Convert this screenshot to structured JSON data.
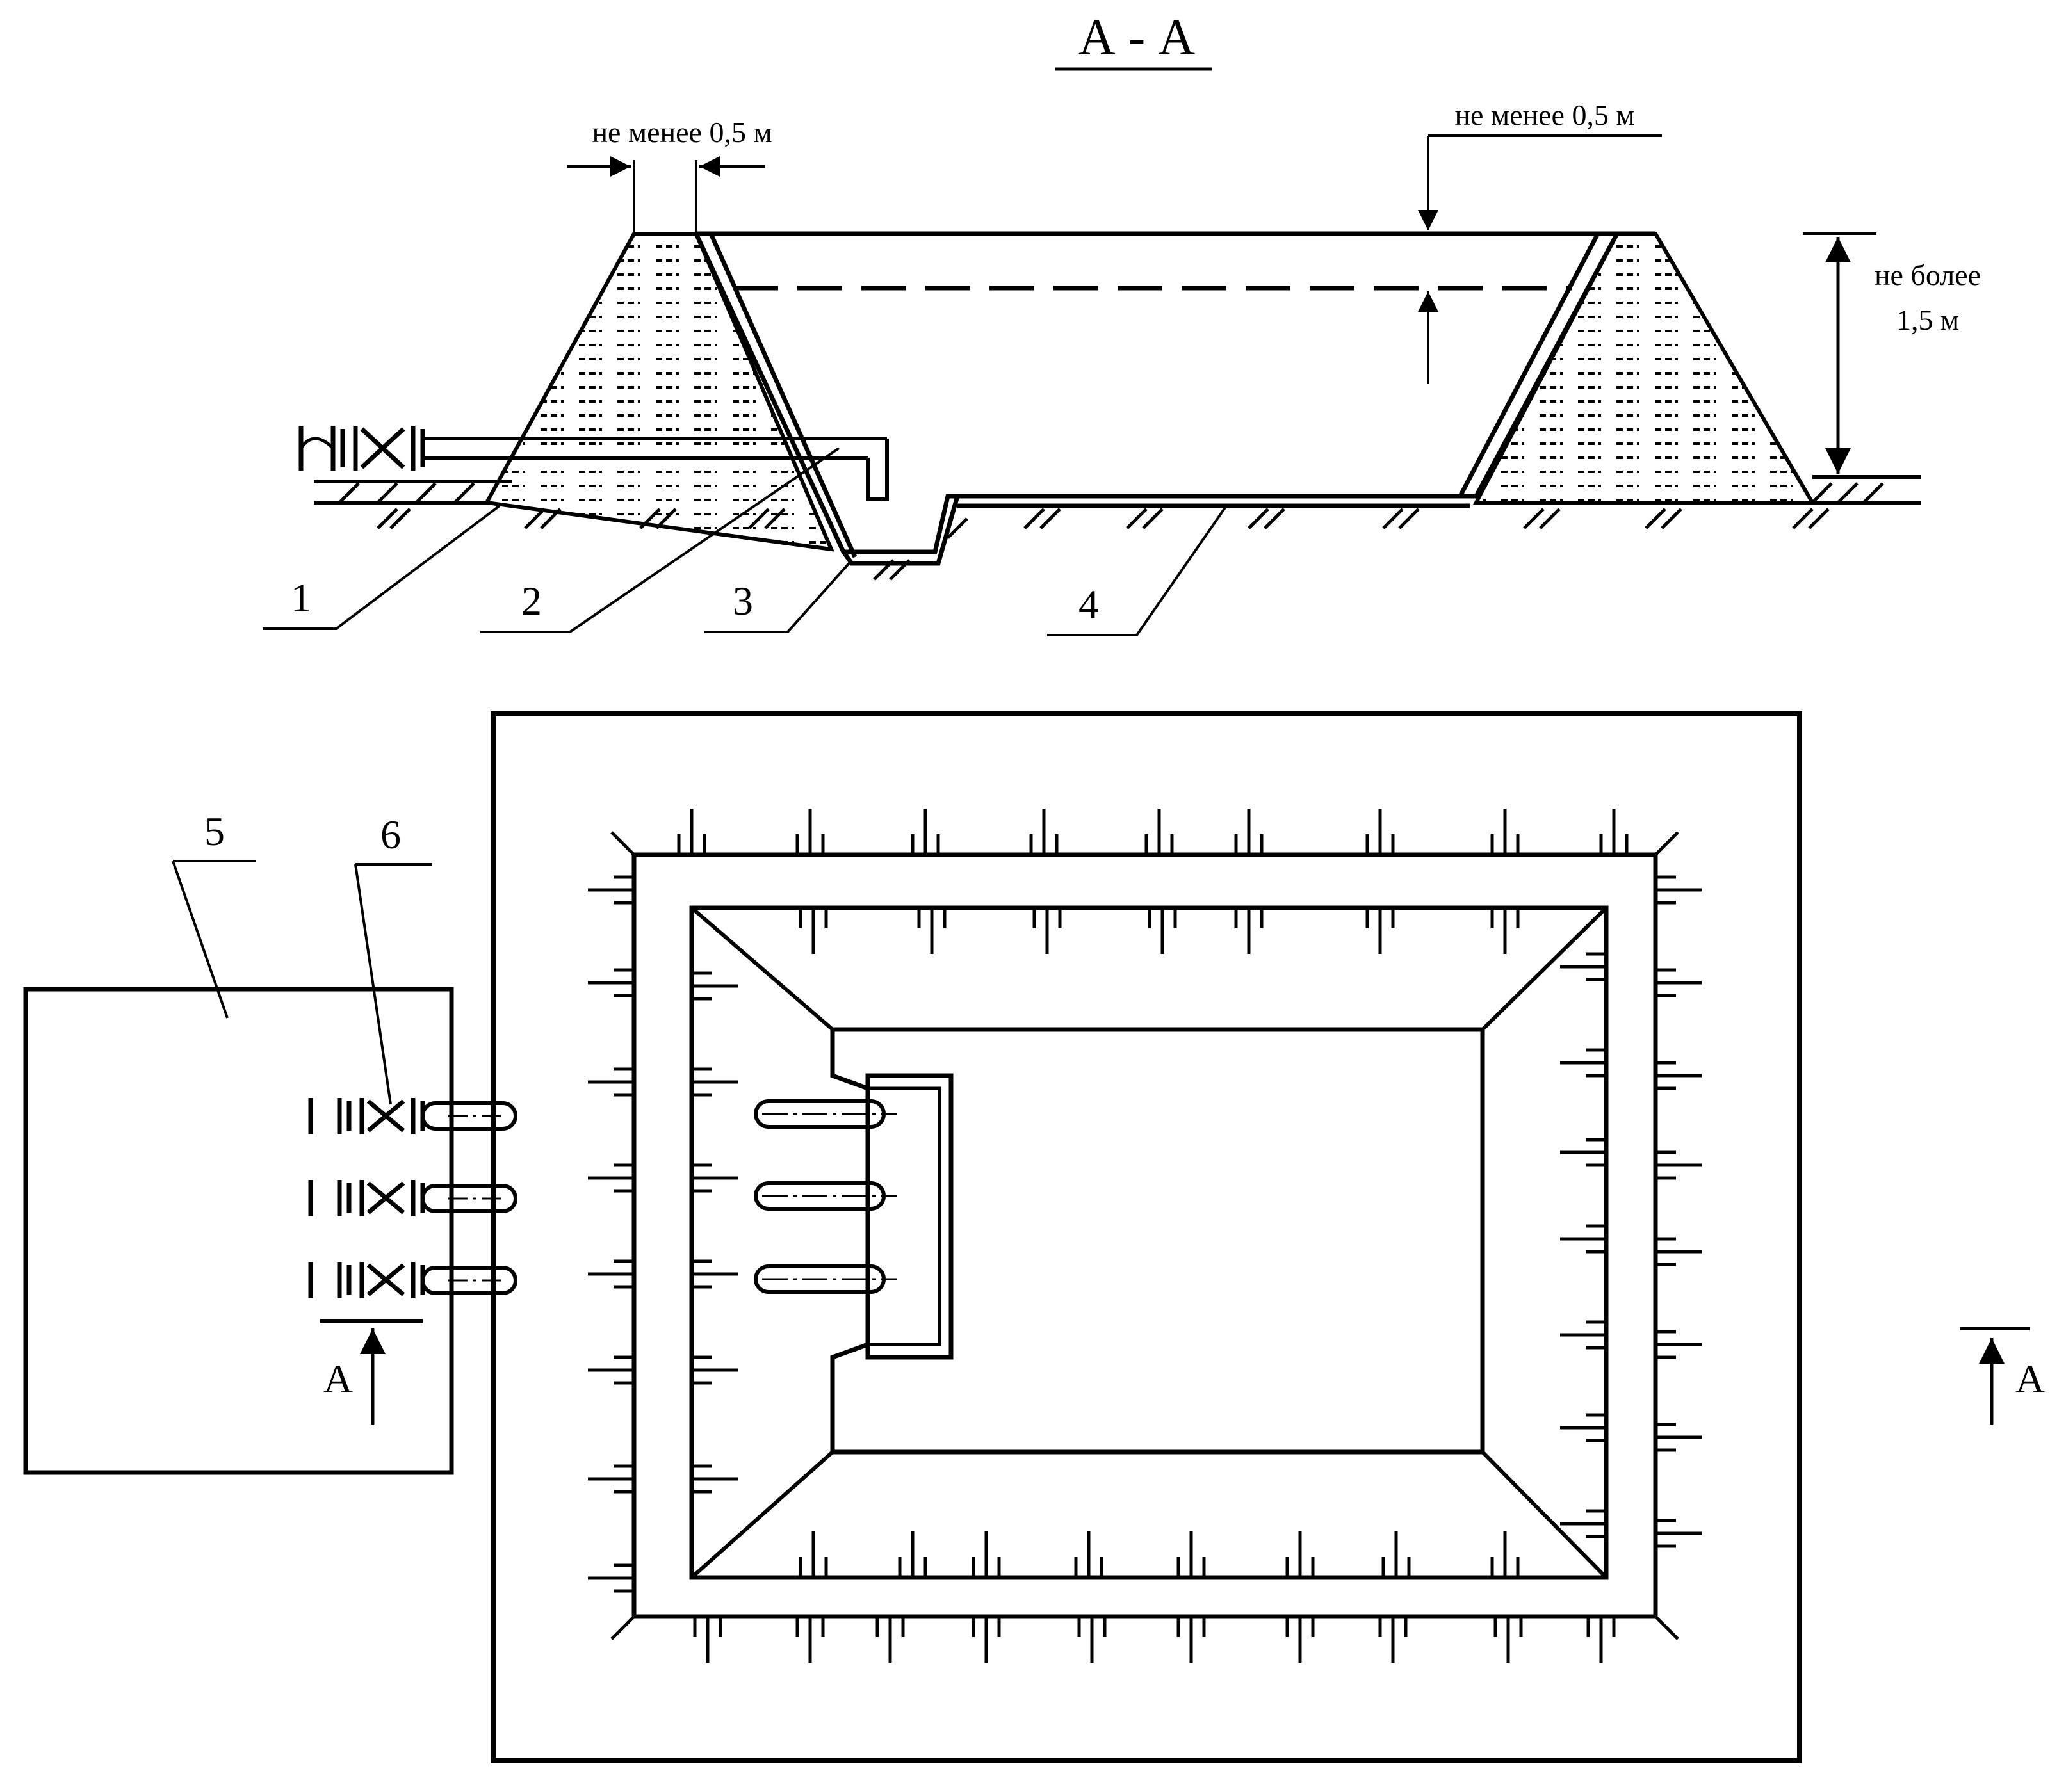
{
  "section_title": "А - А",
  "dimensions": {
    "crest_width": "не менее  0,5 м",
    "freeboard": "не менее  0,5 м",
    "height_line1": "не более",
    "height_line2": "1,5 м"
  },
  "callouts": {
    "c1": "1",
    "c2": "2",
    "c3": "3",
    "c4": "4",
    "c5": "5",
    "c6": "6"
  },
  "section_marks": {
    "left": "А",
    "right": "А"
  }
}
